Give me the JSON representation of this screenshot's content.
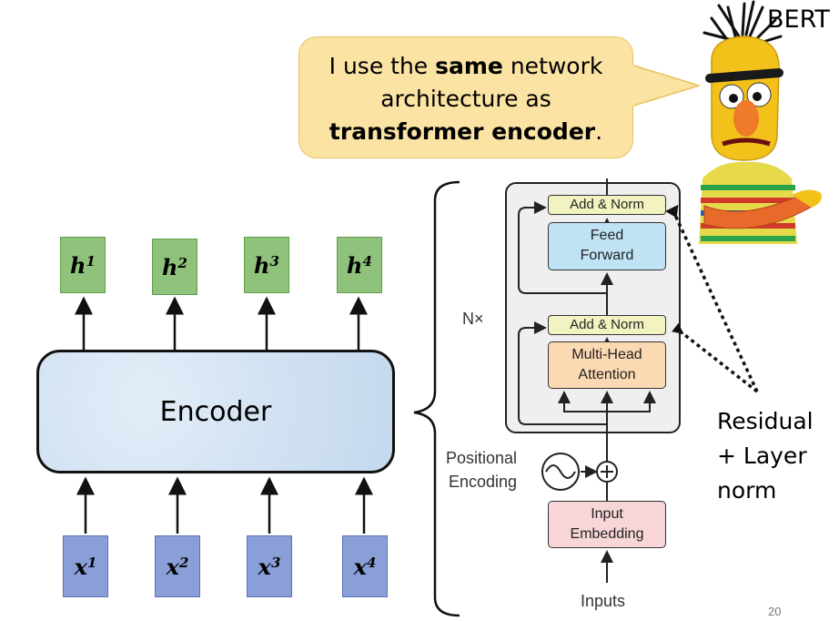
{
  "bubble": {
    "line1_pre": "I use the ",
    "line1_bold": "same",
    "line1_post": " network",
    "line2": "architecture as",
    "line3_bold": "transformer encoder",
    "line3_post": "."
  },
  "character": {
    "label": "BERT"
  },
  "encoder": {
    "label": "Encoder",
    "outputs": [
      {
        "base": "h",
        "sup": "1"
      },
      {
        "base": "h",
        "sup": "2"
      },
      {
        "base": "h",
        "sup": "3"
      },
      {
        "base": "h",
        "sup": "4"
      }
    ],
    "inputs": [
      {
        "base": "x",
        "sup": "1"
      },
      {
        "base": "x",
        "sup": "2"
      },
      {
        "base": "x",
        "sup": "3"
      },
      {
        "base": "x",
        "sup": "4"
      }
    ]
  },
  "transformer": {
    "nx_label": "N×",
    "add_norm_top": "Add & Norm",
    "feed_forward_line1": "Feed",
    "feed_forward_line2": "Forward",
    "add_norm_bottom": "Add & Norm",
    "mha_line1": "Multi-Head",
    "mha_line2": "Attention",
    "positional_line1": "Positional",
    "positional_line2": "Encoding",
    "embedding_line1": "Input",
    "embedding_line2": "Embedding",
    "inputs_label": "Inputs"
  },
  "annotation": {
    "line1": "Residual",
    "line2": "+ Layer",
    "line3": "norm"
  },
  "page_number": "20",
  "colors": {
    "bubble": "#fbe3a4",
    "h_box": "#8fc27a",
    "x_box": "#8a9fd8",
    "feed_forward": "#bfe3f5",
    "multi_head": "#fbd9b3",
    "add_norm": "#f2f3c0",
    "embedding": "#f8d6d8"
  }
}
